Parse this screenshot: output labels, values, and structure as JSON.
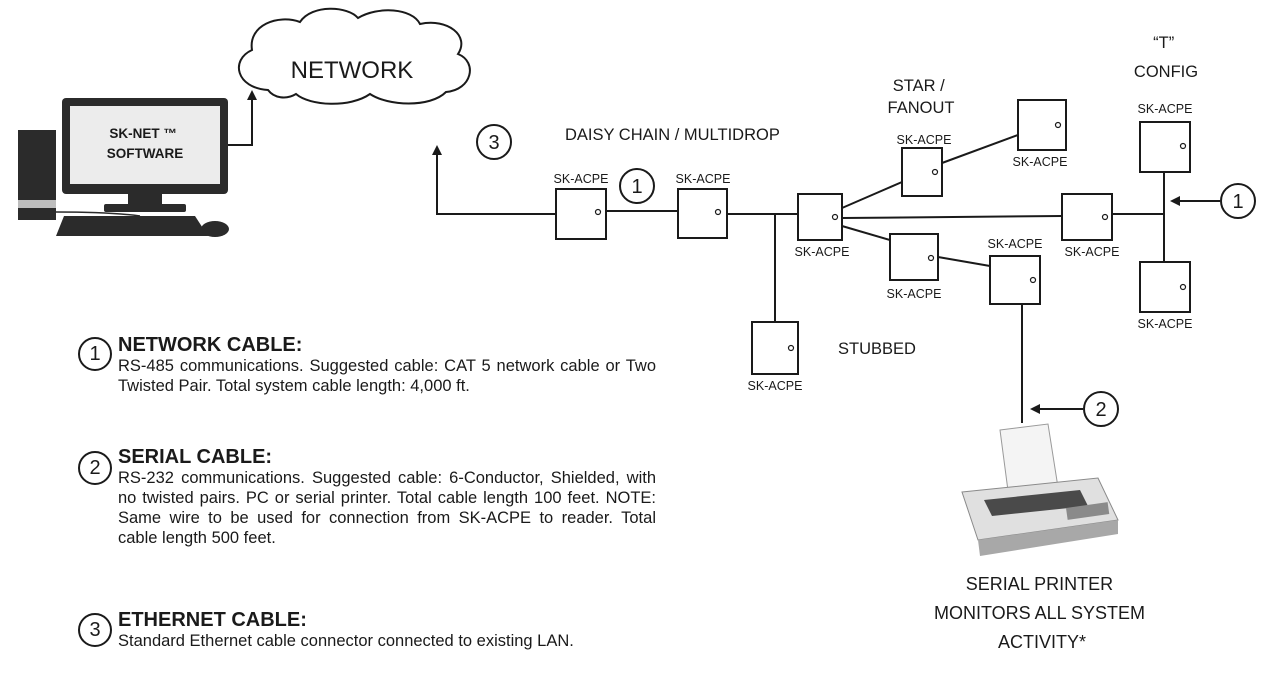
{
  "network_label": "NETWORK",
  "software_label": "SK-NET ™\nSOFTWARE",
  "topologies": {
    "daisy_chain": "DAISY CHAIN / MULTIDROP",
    "star": "STAR /\nFANOUT",
    "t_config": "“T”\nCONFIG",
    "stubbed": "STUBBED"
  },
  "panel_label": "SK-ACPE",
  "callouts": {
    "network": "1",
    "serial": "2",
    "ethernet": "3"
  },
  "printer_caption": "SERIAL PRINTER\nMONITORS ALL SYSTEM\nACTIVITY*",
  "legend": [
    {
      "num": "1",
      "title": "NETWORK CABLE:",
      "text": "RS-485 communications.  Suggested cable: CAT 5 network cable or Two Twisted Pair. Total system cable length: 4,000 ft."
    },
    {
      "num": "2",
      "title": "SERIAL CABLE:",
      "text": "RS-232 communications. Suggested cable: 6-Conductor, Shielded, with no twisted pairs.  PC or serial printer. Total cable length 100 feet.  NOTE:  Same wire to be used for connection from SK-ACPE to reader.  Total cable length 500 feet."
    },
    {
      "num": "3",
      "title": "ETHERNET CABLE:",
      "text": "Standard Ethernet cable connector connected to existing LAN."
    }
  ]
}
